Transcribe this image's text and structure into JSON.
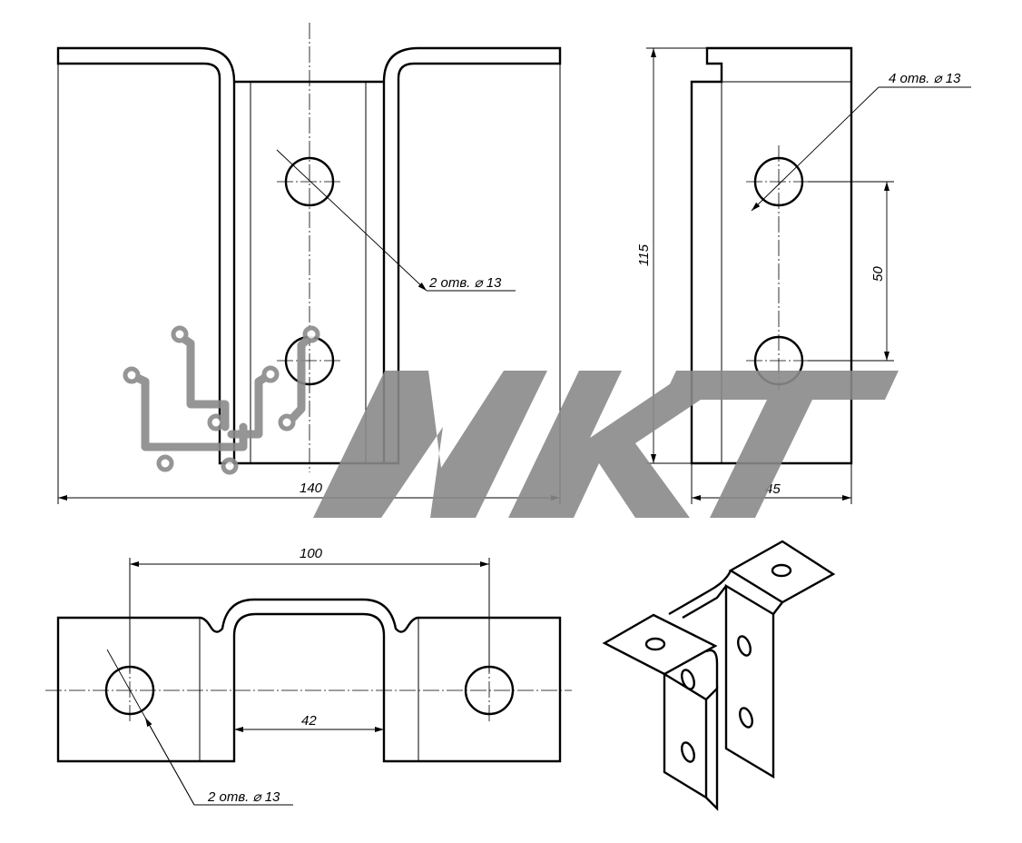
{
  "front_view": {
    "overall_width_dim": "140",
    "hole_callout": "2 отв. ⌀ 13"
  },
  "side_view": {
    "height_dim": "115",
    "width_dim": "45",
    "hole_spacing_dim": "50",
    "hole_callout": "4 отв. ⌀ 13"
  },
  "top_view": {
    "hole_spacing_dim": "100",
    "inner_width_dim": "42",
    "hole_callout": "2 отв. ⌀ 13"
  },
  "watermark": {
    "text": "МКТ",
    "color": "#8a8a8a"
  }
}
